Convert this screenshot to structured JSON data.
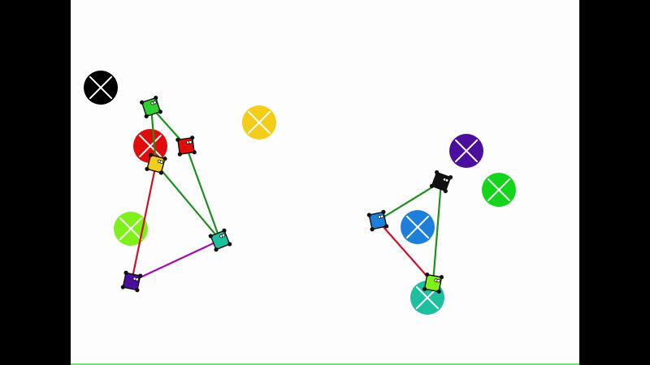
{
  "colors": {
    "background": "#fdfdfd",
    "letterbox": "#000000",
    "bottom_edge": "#7bdc7b",
    "token_cross": "#ffffff",
    "token_outline": "#111111"
  },
  "targets": [
    {
      "name": "target-black",
      "color": "#000000"
    },
    {
      "name": "target-yellow",
      "color": "#f4cc1a"
    },
    {
      "name": "target-red",
      "color": "#e00b0b"
    },
    {
      "name": "target-lime",
      "color": "#7ff01c"
    },
    {
      "name": "target-purple",
      "color": "#4b0f9e"
    },
    {
      "name": "target-green",
      "color": "#14d51c"
    },
    {
      "name": "target-blue",
      "color": "#1d7fd9"
    },
    {
      "name": "target-teal",
      "color": "#1dbf9f"
    }
  ],
  "agents": [
    {
      "name": "agent-green",
      "color": "#2fcf2f"
    },
    {
      "name": "agent-red",
      "color": "#e00b0b"
    },
    {
      "name": "agent-yellow",
      "color": "#f4cc1a"
    },
    {
      "name": "agent-teal",
      "color": "#1dbf9f"
    },
    {
      "name": "agent-purple",
      "color": "#4b0f9e"
    },
    {
      "name": "agent-black",
      "color": "#111111"
    },
    {
      "name": "agent-blue",
      "color": "#1d7fd9"
    },
    {
      "name": "agent-lime",
      "color": "#7ff01c"
    }
  ],
  "links": [
    {
      "name": "link-green-red",
      "color": "#1f8f1f"
    },
    {
      "name": "link-green-yellow",
      "color": "#1f8f1f"
    },
    {
      "name": "link-red-teal",
      "color": "#1f8f1f"
    },
    {
      "name": "link-yellow-teal",
      "color": "#1f8f1f"
    },
    {
      "name": "link-yellow-purple",
      "color": "#d0102a"
    },
    {
      "name": "link-teal-purple",
      "color": "#a010b0"
    },
    {
      "name": "link-black-blue",
      "color": "#1f8f1f"
    },
    {
      "name": "link-black-lime",
      "color": "#1f8f1f"
    },
    {
      "name": "link-blue-lime",
      "color": "#d0102a"
    }
  ]
}
